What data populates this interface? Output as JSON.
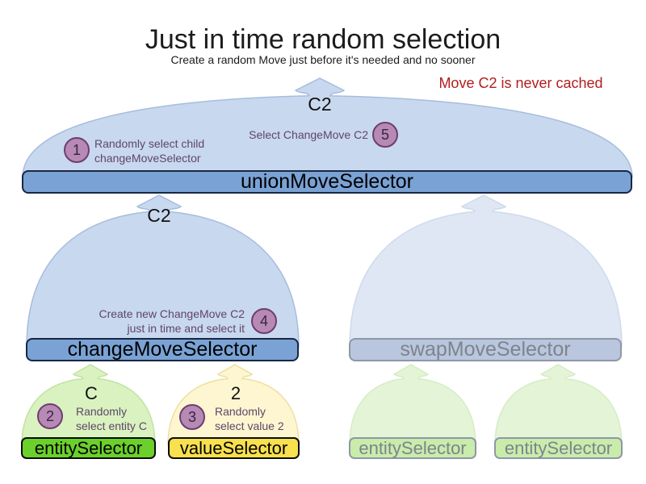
{
  "title": "Just in time random selection",
  "subtitle": "Create a random Move just before it's needed and no sooner",
  "note": "Move C2 is never cached",
  "selectors": {
    "union": {
      "label": "unionMoveSelector",
      "cache_label": "C2"
    },
    "change": {
      "label": "changeMoveSelector",
      "cache_label": "C2"
    },
    "swap": {
      "label": "swapMoveSelector"
    },
    "entity": {
      "label": "entitySelector",
      "cache_label": "C"
    },
    "value": {
      "label": "valueSelector",
      "cache_label": "2"
    },
    "entity_faded_1": {
      "label": "entitySelector"
    },
    "entity_faded_2": {
      "label": "entitySelector"
    }
  },
  "steps": [
    {
      "num": "1",
      "lines": [
        "Randomly select child",
        "changeMoveSelector"
      ]
    },
    {
      "num": "2",
      "lines": [
        "Randomly",
        "select entity C"
      ]
    },
    {
      "num": "3",
      "lines": [
        "Randomly",
        "select value 2"
      ]
    },
    {
      "num": "4",
      "lines": [
        "Create new ChangeMove C2",
        "just in time and select it"
      ]
    },
    {
      "num": "5",
      "lines": [
        "Select ChangeMove C2"
      ]
    }
  ],
  "colors": {
    "active_funnel": "#c8d8ee",
    "active_funnel_border": "#a7bddf",
    "active_bar": "#7aa2d4",
    "active_bar_border": "#182743",
    "faded_funnel": "#dfe6f4",
    "faded_funnel_border": "#d0daec",
    "faded_bar": "#b9c6de",
    "faded_bar_border": "#8d97a6",
    "faded_text": "#7d848d",
    "entity_green": "#6bd02b",
    "value_yellow": "#f8e04e",
    "green_funnel": "#d9f2c0",
    "green_funnel_border": "#c0e3a3",
    "yellow_funnel": "#fdf6d0",
    "yellow_funnel_border": "#eee0a0",
    "faded_green_funnel": "#e4f4d6",
    "faded_green_funnel_border": "#d7ecc5",
    "faded_green_bar": "#c9ecab",
    "step_circle": "#b68ab5",
    "step_circle_border": "#6d3d71",
    "step_number": "#3a2342",
    "annotation": "#5f4668",
    "note_red": "#b51d1d"
  }
}
